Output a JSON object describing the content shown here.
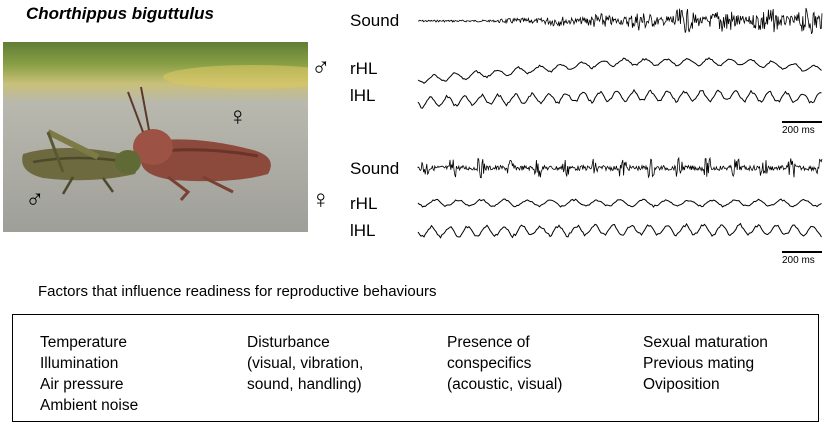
{
  "title": "Chorthippus biguttulus",
  "photo": {
    "male_symbol": "♂",
    "female_symbol": "♀"
  },
  "recordings": {
    "male": {
      "symbol": "♂",
      "labels": {
        "sound": "Sound",
        "rhl": "rHL",
        "lhl": "lHL"
      },
      "scale": "200 ms"
    },
    "female": {
      "symbol": "♀",
      "labels": {
        "sound": "Sound",
        "rhl": "rHL",
        "lhl": "lHL"
      },
      "scale": "200 ms"
    }
  },
  "factors": {
    "title": "Factors that influence readiness for reproductive behaviours",
    "columns": [
      [
        "Temperature",
        "Illumination",
        "Air pressure",
        "Ambient noise"
      ],
      [
        "Disturbance",
        "(visual, vibration,",
        "sound, handling)"
      ],
      [
        "Presence of",
        "conspecifics",
        "(acoustic, visual)"
      ],
      [
        "Sexual maturation",
        "Previous mating",
        "Oviposition"
      ]
    ]
  },
  "colors": {
    "ground": "#a7a7a3",
    "grass": "#6f8a3a",
    "male_body": "#6d6a3f",
    "female_body": "#8b4a3c"
  }
}
